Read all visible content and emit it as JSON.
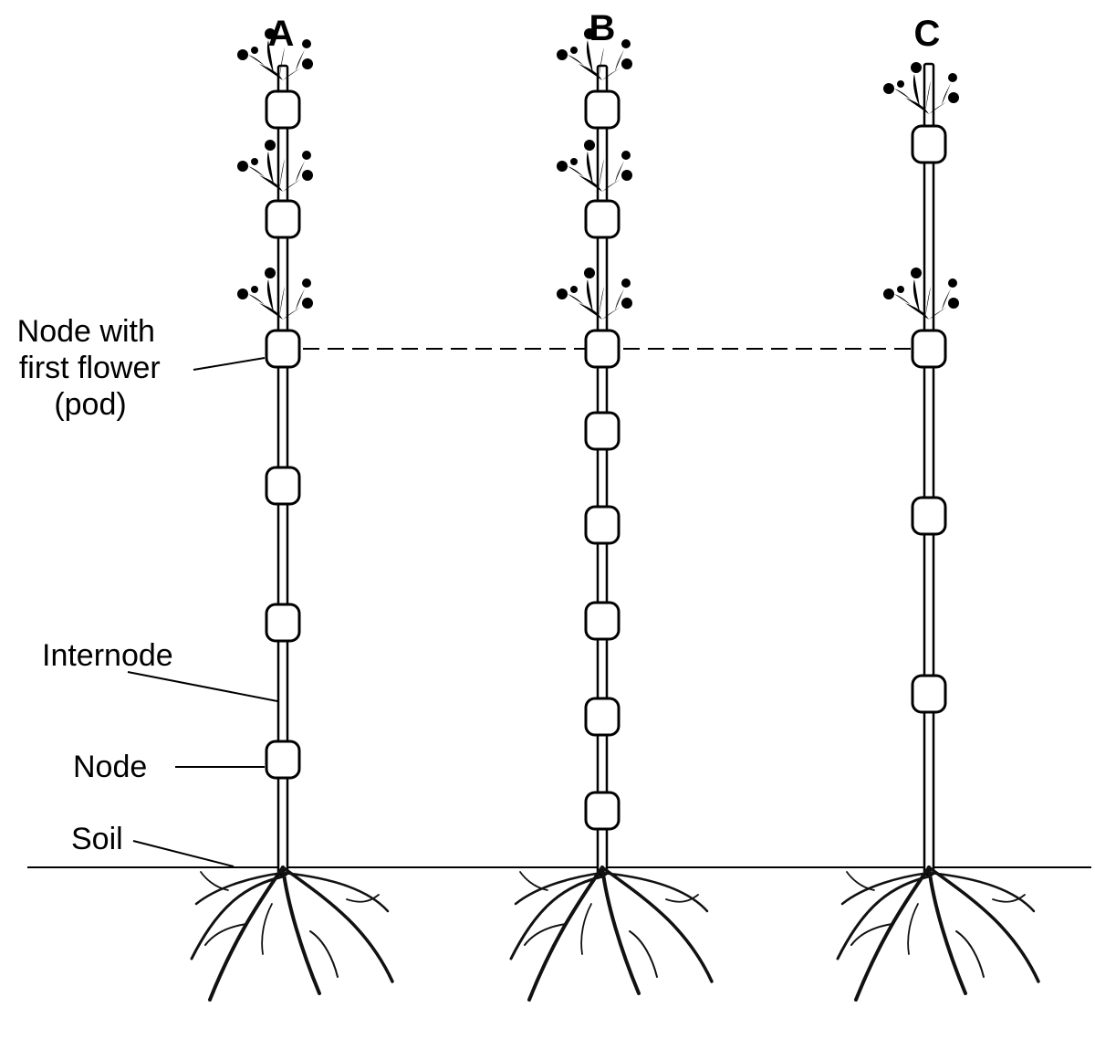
{
  "plants": [
    {
      "id": "A",
      "label": "A"
    },
    {
      "id": "B",
      "label": "B"
    },
    {
      "id": "C",
      "label": "C"
    }
  ],
  "callouts": {
    "first_flower_lines": [
      "Node with",
      "first flower",
      "(pod)"
    ],
    "internode": "Internode",
    "node": "Node",
    "soil": "Soil"
  },
  "colors": {
    "ink": "#000000",
    "background": "#ffffff"
  }
}
